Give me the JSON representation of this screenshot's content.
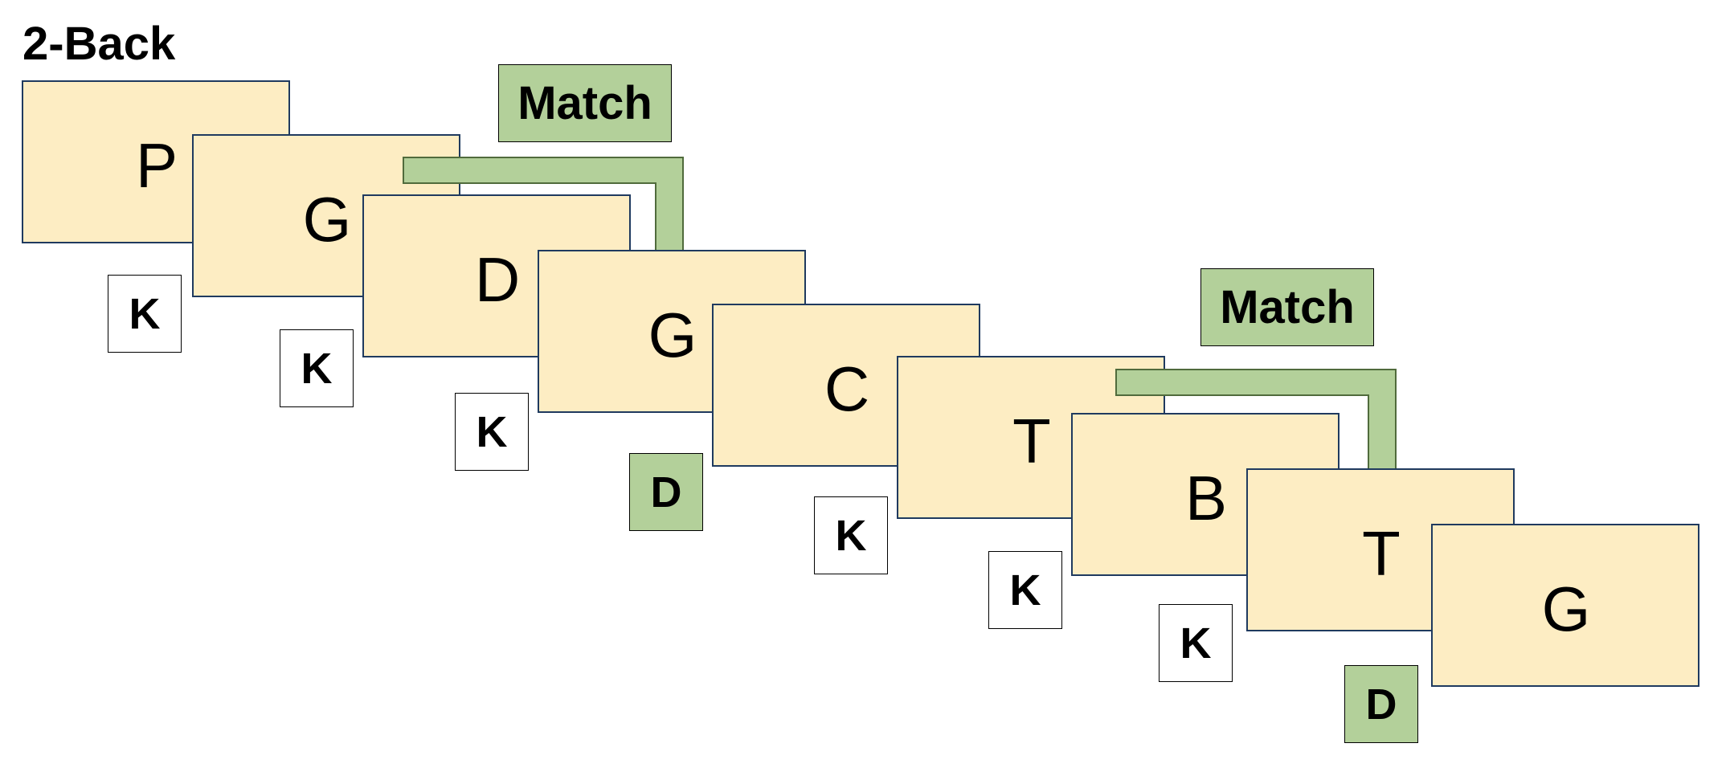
{
  "title": "2-Back",
  "colors": {
    "card_fill": "#fdedc3",
    "card_border": "#1f3a5f",
    "match_green": "#b3d09a",
    "arrow_border": "#506b3c"
  },
  "cards": [
    {
      "letter": "P"
    },
    {
      "letter": "G"
    },
    {
      "letter": "D"
    },
    {
      "letter": "G"
    },
    {
      "letter": "C"
    },
    {
      "letter": "T"
    },
    {
      "letter": "B"
    },
    {
      "letter": "T"
    },
    {
      "letter": "G"
    }
  ],
  "responses": [
    {
      "key": "K",
      "match": false
    },
    {
      "key": "K",
      "match": false
    },
    {
      "key": "K",
      "match": false
    },
    {
      "key": "D",
      "match": true
    },
    {
      "key": "K",
      "match": false
    },
    {
      "key": "K",
      "match": false
    },
    {
      "key": "K",
      "match": false
    },
    {
      "key": "D",
      "match": true
    }
  ],
  "match_labels": [
    "Match",
    "Match"
  ]
}
